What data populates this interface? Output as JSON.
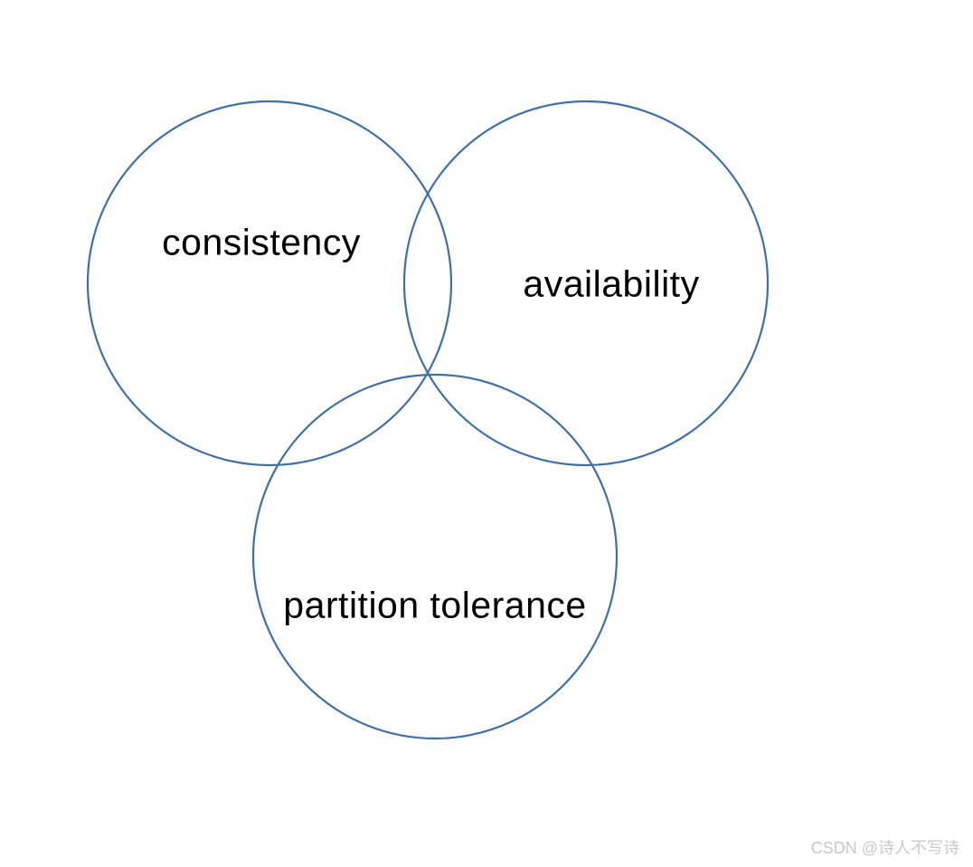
{
  "diagram": {
    "type": "venn",
    "background_color": "#ffffff",
    "circle_stroke_color": "#3e6fa8",
    "label_color": "#000000",
    "circles": [
      {
        "label": "consistency"
      },
      {
        "label": "availability"
      },
      {
        "label": "partition tolerance"
      }
    ]
  },
  "watermark": {
    "text": "CSDN @诗人不写诗",
    "color": "#c9c9c9"
  }
}
